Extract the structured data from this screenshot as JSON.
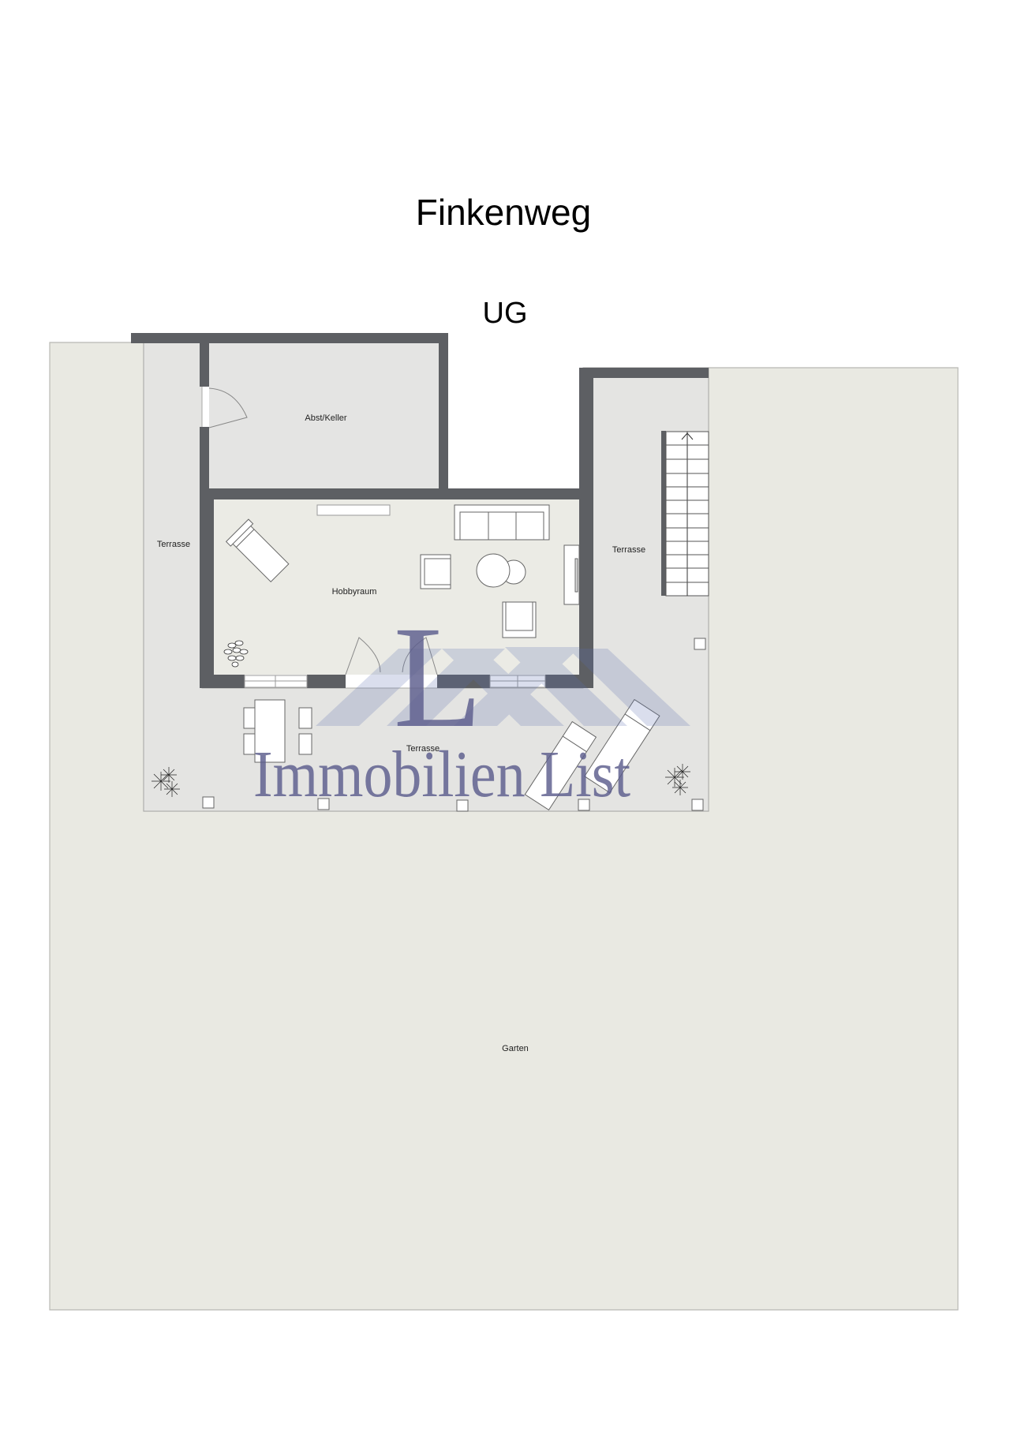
{
  "header": {
    "street": "Finkenweg",
    "floor": "UG"
  },
  "rooms": {
    "storage": "Abst/Keller",
    "hobby": "Hobbyraum",
    "terrace_left": "Terrasse",
    "terrace_right": "Terrasse",
    "terrace_bottom": "Terrasse",
    "garden": "Garten"
  },
  "watermark": {
    "monogram": "L",
    "brand": "Immobilien List",
    "color": "#5b5d8c"
  },
  "colors": {
    "wall": "#5d5f63",
    "garden": "#e9e9e2",
    "terrace": "#e4e4e2",
    "room_floor": "#ebebe5",
    "storage_floor": "#e4e4e3"
  }
}
